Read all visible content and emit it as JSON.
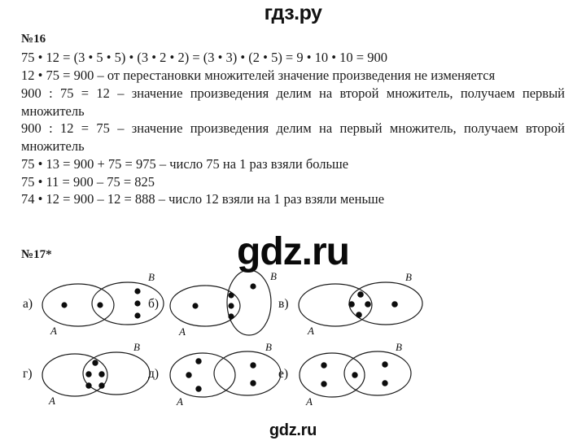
{
  "watermarks": {
    "top": "гдз.ру",
    "center": "gdz.ru",
    "bottom": "gdz.ru"
  },
  "task16": {
    "number": "№16",
    "lines": [
      "75 • 12 = (3 • 5 • 5) • (3 • 2 • 2) = (3 • 3) • (2 • 5) = 9 • 10 • 10 = 900",
      "12 • 75 = 900 – от перестановки множителей значение произведения не изменяется",
      "900 : 75 = 12 – значение произведения делим на второй множитель, получаем первый множитель",
      "900 : 12 = 75 – значение произведения делим на первый множитель, получаем второй множитель",
      "75 • 13 = 900 + 75 = 975 – число 75 на 1 раз взяли больше",
      "75 • 11 = 900 – 75 = 825",
      "74 • 12 = 900 – 12 = 888 – число 12 взяли на 1 раз взяли меньше"
    ]
  },
  "task17": {
    "number": "№17*",
    "diagrams": [
      {
        "key": "a",
        "label": "а)",
        "set_a_label": "A",
        "set_b_label": "B",
        "dots_a_only": 1,
        "dots_intersection": 1,
        "dots_b_only": 3
      },
      {
        "key": "b",
        "label": "б)",
        "set_a_label": "A",
        "set_b_label": "B",
        "dots_a_only": 1,
        "dots_intersection": 3,
        "dots_b_only": 1
      },
      {
        "key": "v",
        "label": "в)",
        "set_a_label": "A",
        "set_b_label": "B",
        "dots_a_only": 0,
        "dots_intersection": 4,
        "dots_b_only": 1
      },
      {
        "key": "g",
        "label": "г)",
        "set_a_label": "A",
        "set_b_label": "B",
        "dots_a_only": 0,
        "dots_intersection": 5,
        "dots_b_only": 0
      },
      {
        "key": "d",
        "label": "д)",
        "set_a_label": "A",
        "set_b_label": "B",
        "dots_a_only": 3,
        "dots_intersection": 0,
        "dots_b_only": 2
      },
      {
        "key": "e",
        "label": "е)",
        "set_a_label": "A",
        "set_b_label": "B",
        "dots_a_only": 2,
        "dots_intersection": 1,
        "dots_b_only": 2
      }
    ]
  },
  "colors": {
    "ink": "#1a1a1a",
    "dot": "#0d0d0d",
    "page": "#ffffff"
  }
}
